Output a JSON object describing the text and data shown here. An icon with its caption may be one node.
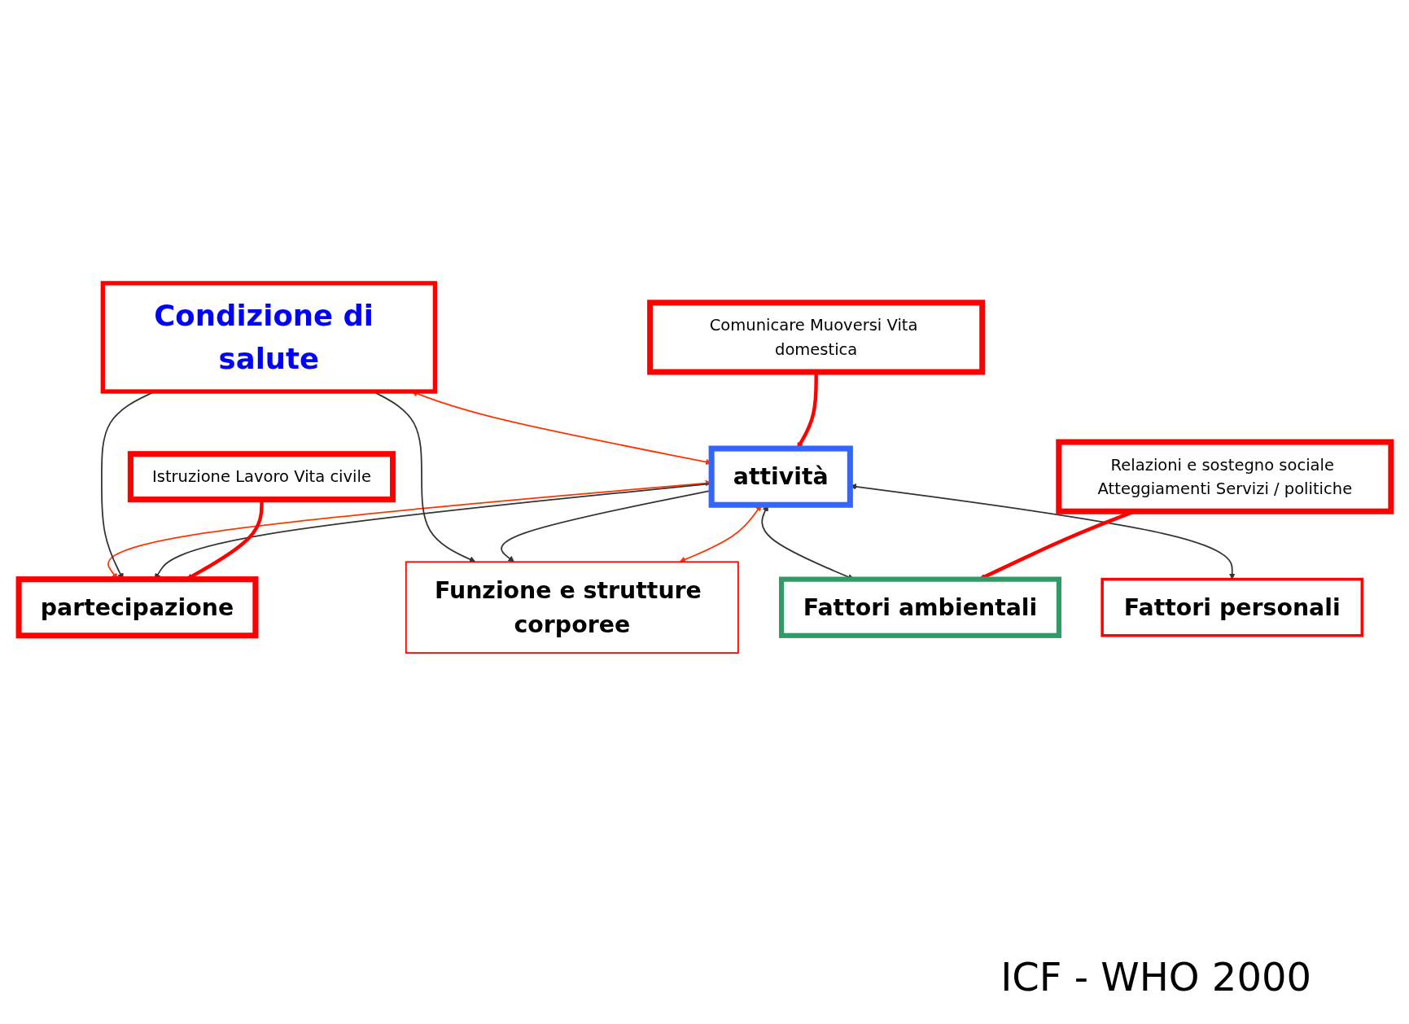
{
  "diagram": {
    "nodes": [
      {
        "text": [
          "Condizione di salute"
        ]
      },
      {
        "text": [
          "Funzione e strutture corporee"
        ]
      },
      {
        "text": [
          "attività"
        ]
      },
      {
        "text": [
          "partecipazione"
        ]
      },
      {
        "text": [
          "Comunicare Muoversi Vita domestica"
        ]
      },
      {
        "text": [
          "Istruzione Lavoro Vita civile"
        ]
      },
      {
        "text": [
          "Fattori ambientali"
        ]
      },
      {
        "text": [
          "Fattori personali"
        ]
      },
      {
        "text": [
          "Relazioni e sostegno sociale Atteggiamenti Servizi / politiche"
        ]
      }
    ],
    "edges": [
      {
        "from": 0,
        "to": 2,
        "arrow": "both",
        "color": "#ff3300"
      },
      {
        "from": 1,
        "to": 2,
        "arrow": "both",
        "color": "#ff3300"
      },
      {
        "from": 2,
        "to": 3,
        "arrow": "both",
        "color": "#ff3300"
      },
      {
        "from": 0,
        "to": 1,
        "arrow": "to"
      },
      {
        "from": 0,
        "to": 3,
        "arrow": "to"
      },
      {
        "from": 2,
        "to": 1,
        "arrow": "to"
      },
      {
        "from": 2,
        "to": 3,
        "arrow": "to"
      },
      {
        "from": 2,
        "to": 6,
        "arrow": "both"
      },
      {
        "from": 2,
        "to": 7,
        "arrow": "both"
      },
      {
        "from": 4,
        "to": 2,
        "arrow": "to",
        "style": "thick",
        "color": "#ff0000"
      },
      {
        "from": 5,
        "to": 3,
        "arrow": "to",
        "style": "thick",
        "color": "#ff0000"
      },
      {
        "from": 8,
        "to": 6,
        "arrow": "to",
        "style": "thick",
        "color": "#ff0000"
      }
    ],
    "labels": [
      "ICF - WHO 2000"
    ]
  }
}
